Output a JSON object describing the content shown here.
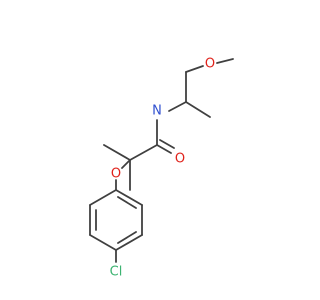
{
  "molecule": {
    "atoms": [
      {
        "id": "cl",
        "label": "Cl",
        "color": "#3cb371"
      },
      {
        "id": "o_ether",
        "label": "O",
        "color": "#e0221b"
      },
      {
        "id": "o_carbonyl",
        "label": "O",
        "color": "#e0221b"
      },
      {
        "id": "n_amide",
        "label": "N",
        "color": "#2f4fd0"
      },
      {
        "id": "o_methoxy",
        "label": "O",
        "color": "#e0221b"
      }
    ],
    "bond_color": "#404040"
  }
}
